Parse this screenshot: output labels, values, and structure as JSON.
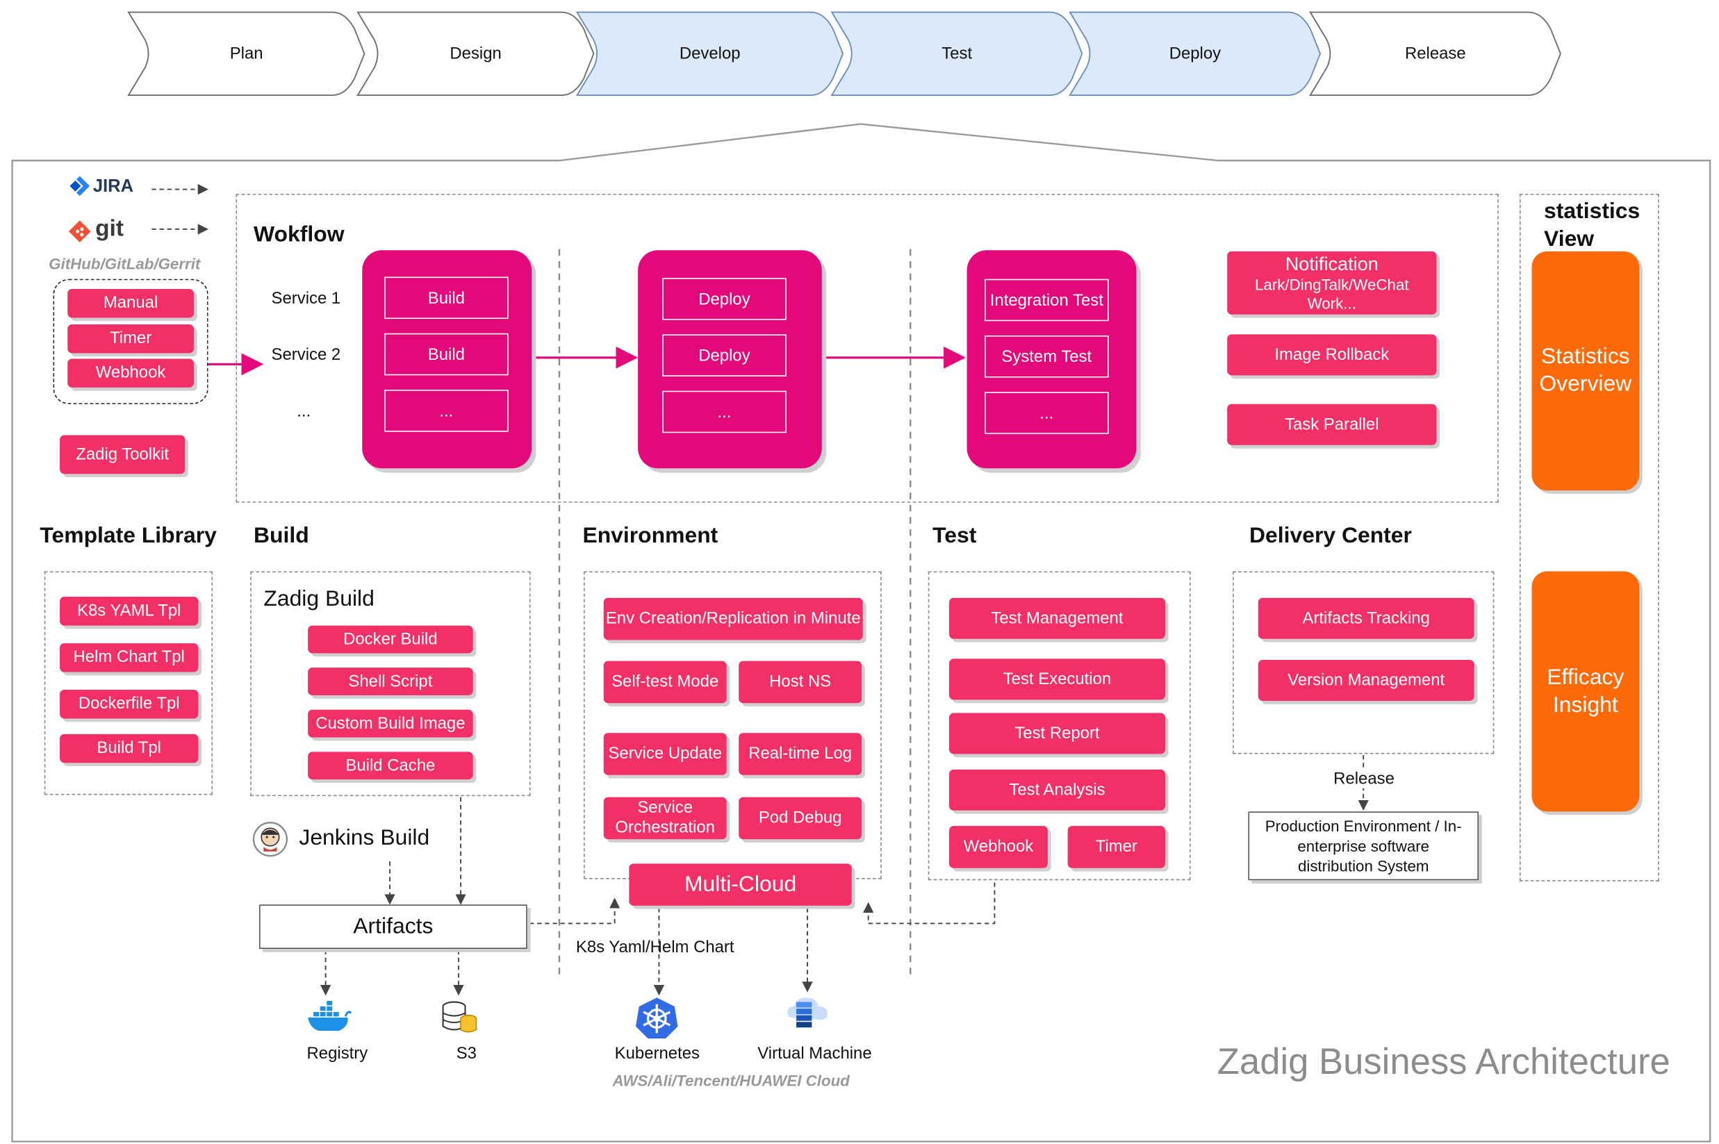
{
  "stages": [
    {
      "label": "Plan",
      "highlight": false
    },
    {
      "label": "Design",
      "highlight": false
    },
    {
      "label": "Develop",
      "highlight": true
    },
    {
      "label": "Test",
      "highlight": true
    },
    {
      "label": "Deploy",
      "highlight": true
    },
    {
      "label": "Release",
      "highlight": false
    }
  ],
  "sources": {
    "jira": "JIRA",
    "git": "git",
    "git_hosts": "GitHub/GitLab/Gerrit"
  },
  "triggers": [
    "Manual",
    "Timer",
    "Webhook"
  ],
  "toolkit": "Zadig Toolkit",
  "workflow": {
    "title": "Wokflow",
    "services": [
      "Service 1",
      "Service 2",
      "..."
    ],
    "build_block": [
      "Build",
      "Build",
      "..."
    ],
    "deploy_block": [
      "Deploy",
      "Deploy",
      "..."
    ],
    "test_block": [
      "Integration Test",
      "System Test",
      "..."
    ],
    "extras": {
      "notification_title": "Notification",
      "notification_detail": "Lark/DingTalk/WeChat Work...",
      "rollback": "Image Rollback",
      "parallel": "Task Parallel"
    }
  },
  "statistics": {
    "title": "statistics View",
    "overview": "Statistics Overview",
    "efficacy": "Efficacy Insight"
  },
  "template_library": {
    "title": "Template Library",
    "items": [
      "K8s YAML Tpl",
      "Helm Chart Tpl",
      "Dockerfile Tpl",
      "Build Tpl"
    ]
  },
  "build": {
    "title": "Build",
    "zadig_build": "Zadig Build",
    "items": [
      "Docker Build",
      "Shell Script",
      "Custom Build Image",
      "Build Cache"
    ],
    "jenkins": "Jenkins Build",
    "artifacts": "Artifacts",
    "registry": "Registry",
    "s3": "S3"
  },
  "environment": {
    "title": "Environment",
    "env_creation": "Env Creation/Replication in Minute",
    "items": [
      "Self-test Mode",
      "Host NS",
      "Service Update",
      "Real-time Log",
      "Service Orchestration",
      "Pod Debug"
    ],
    "multicloud": "Multi-Cloud",
    "k8s_yaml": "K8s Yaml/Helm Chart",
    "kubernetes": "Kubernetes",
    "vm": "Virtual Machine",
    "clouds": "AWS/Ali/Tencent/HUAWEI Cloud"
  },
  "test": {
    "title": "Test",
    "items": [
      "Test Management",
      "Test Execution",
      "Test Report",
      "Test Analysis"
    ],
    "webhook": "Webhook",
    "timer": "Timer"
  },
  "delivery": {
    "title": "Delivery Center",
    "items": [
      "Artifacts Tracking",
      "Version Management"
    ],
    "release": "Release",
    "production": "Production Environment / In-enterprise software distribution System"
  },
  "footer": "Zadig Business Architecture",
  "colors": {
    "pink": "#f22f66",
    "magenta": "#e4097b",
    "orange": "#fd6a0a",
    "stage_blue": "#dce9f8"
  }
}
